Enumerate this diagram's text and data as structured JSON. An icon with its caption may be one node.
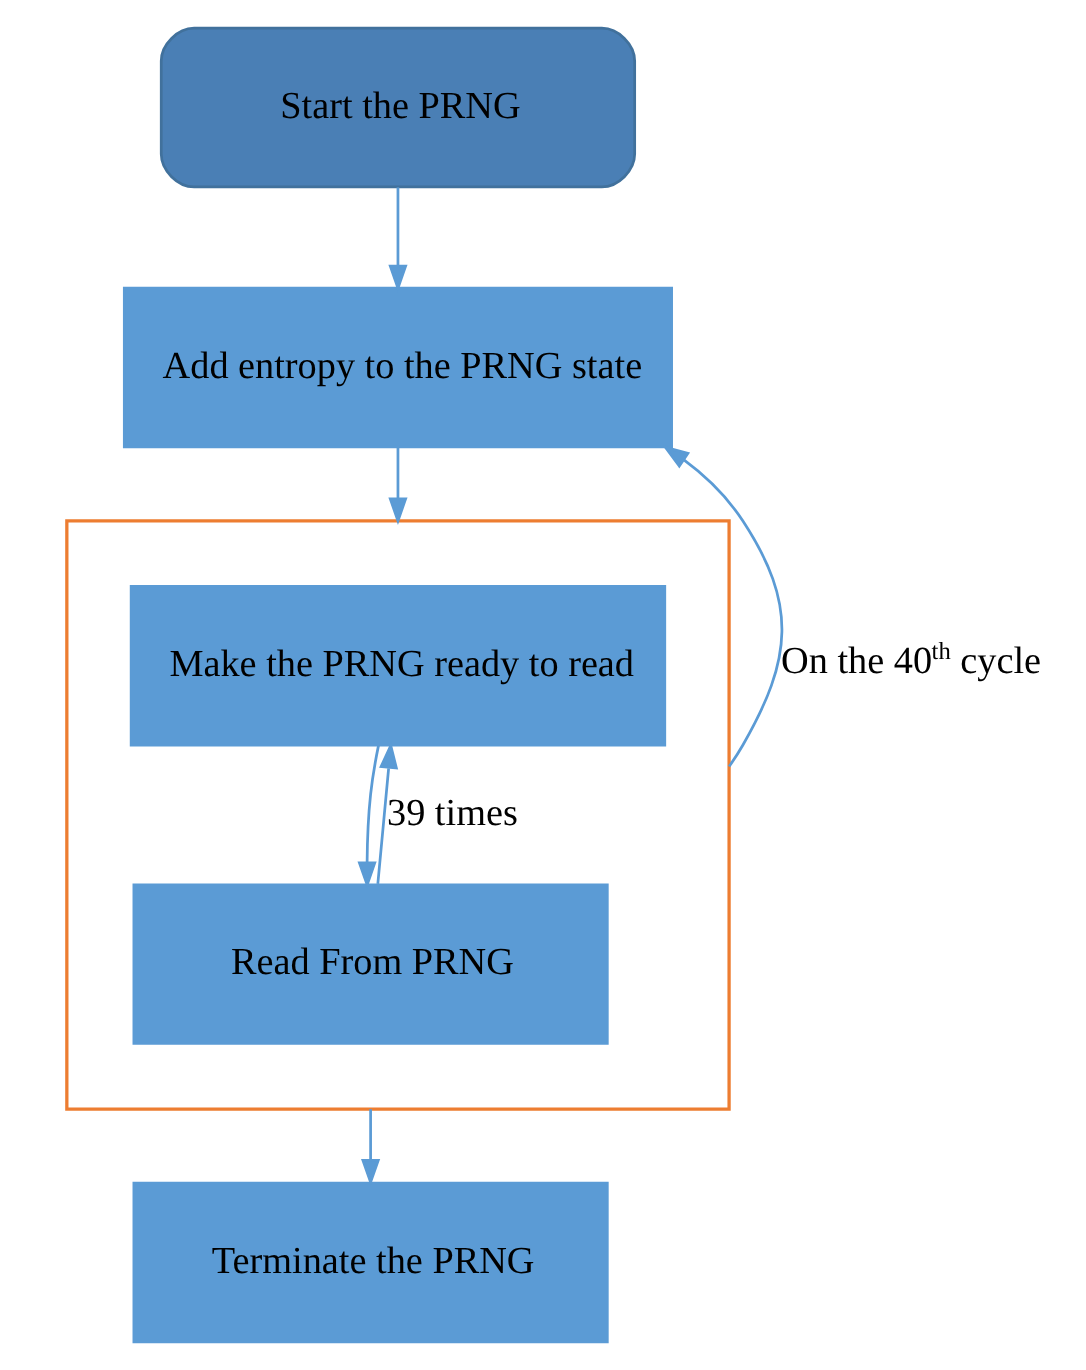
{
  "diagram": {
    "nodes": [
      {
        "text": [
          "Start the PRNG"
        ]
      },
      {
        "text": [
          "Add entropy to the PRNG state"
        ]
      },
      {
        "text": [],
        "shape": "box"
      },
      {
        "text": [
          "Make the PRNG ready to read"
        ],
        "in": 2
      },
      {
        "text": [
          "Read From PRNG"
        ],
        "in": 2
      },
      {
        "text": [
          "Terminate the PRNG"
        ]
      }
    ],
    "edges": [
      {
        "from": 0,
        "to": 1,
        "arrow": "to"
      },
      {
        "from": 1,
        "to": 2,
        "arrow": "to"
      },
      {
        "from": 3,
        "to": 4,
        "arrow": "to"
      },
      {
        "from": 4,
        "to": 3,
        "arrow": "to",
        "label": "39 times"
      },
      {
        "from": 2,
        "to": 1,
        "arrow": "to",
        "label": "On the 40$^{th}$ cycle"
      },
      {
        "from": 2,
        "to": 5,
        "arrow": "to"
      }
    ]
  }
}
